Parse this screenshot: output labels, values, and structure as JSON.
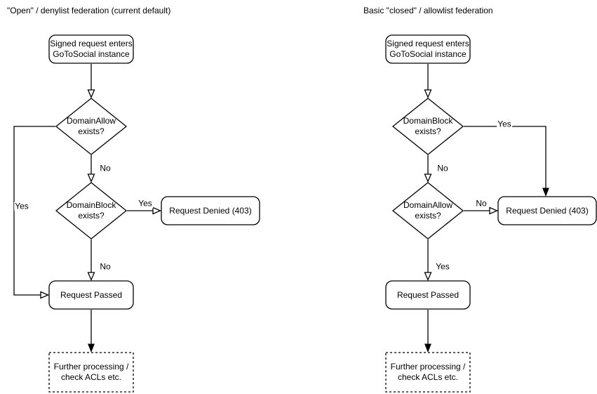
{
  "colors": {
    "stroke": "#000000",
    "text": "#000000",
    "background": "#ffffff"
  },
  "left": {
    "title": "\"Open\" / denylist federation (current default)",
    "entry": "Signed request enters\nGoToSocial instance",
    "decision1": "DomainAllow\nexists?",
    "decision2": "DomainBlock\nexists?",
    "denied": "Request Denied (403)",
    "passed": "Request Passed",
    "further": "Further processing /\ncheck ACLs etc.",
    "labels": {
      "d1_no": "No",
      "d1_yes": "Yes",
      "d2_yes": "Yes",
      "d2_no": "No"
    }
  },
  "right": {
    "title": "Basic \"closed\" / allowlist federation",
    "entry": "Signed request enters\nGoToSocial instance",
    "decision1": "DomainBlock\nexists?",
    "decision2": "DomainAllow\nexists?",
    "denied": "Request Denied (403)",
    "passed": "Request Passed",
    "further": "Further processing /\ncheck ACLs etc.",
    "labels": {
      "d1_yes": "Yes",
      "d1_no": "No",
      "d2_no": "No",
      "d2_yes": "Yes"
    }
  }
}
